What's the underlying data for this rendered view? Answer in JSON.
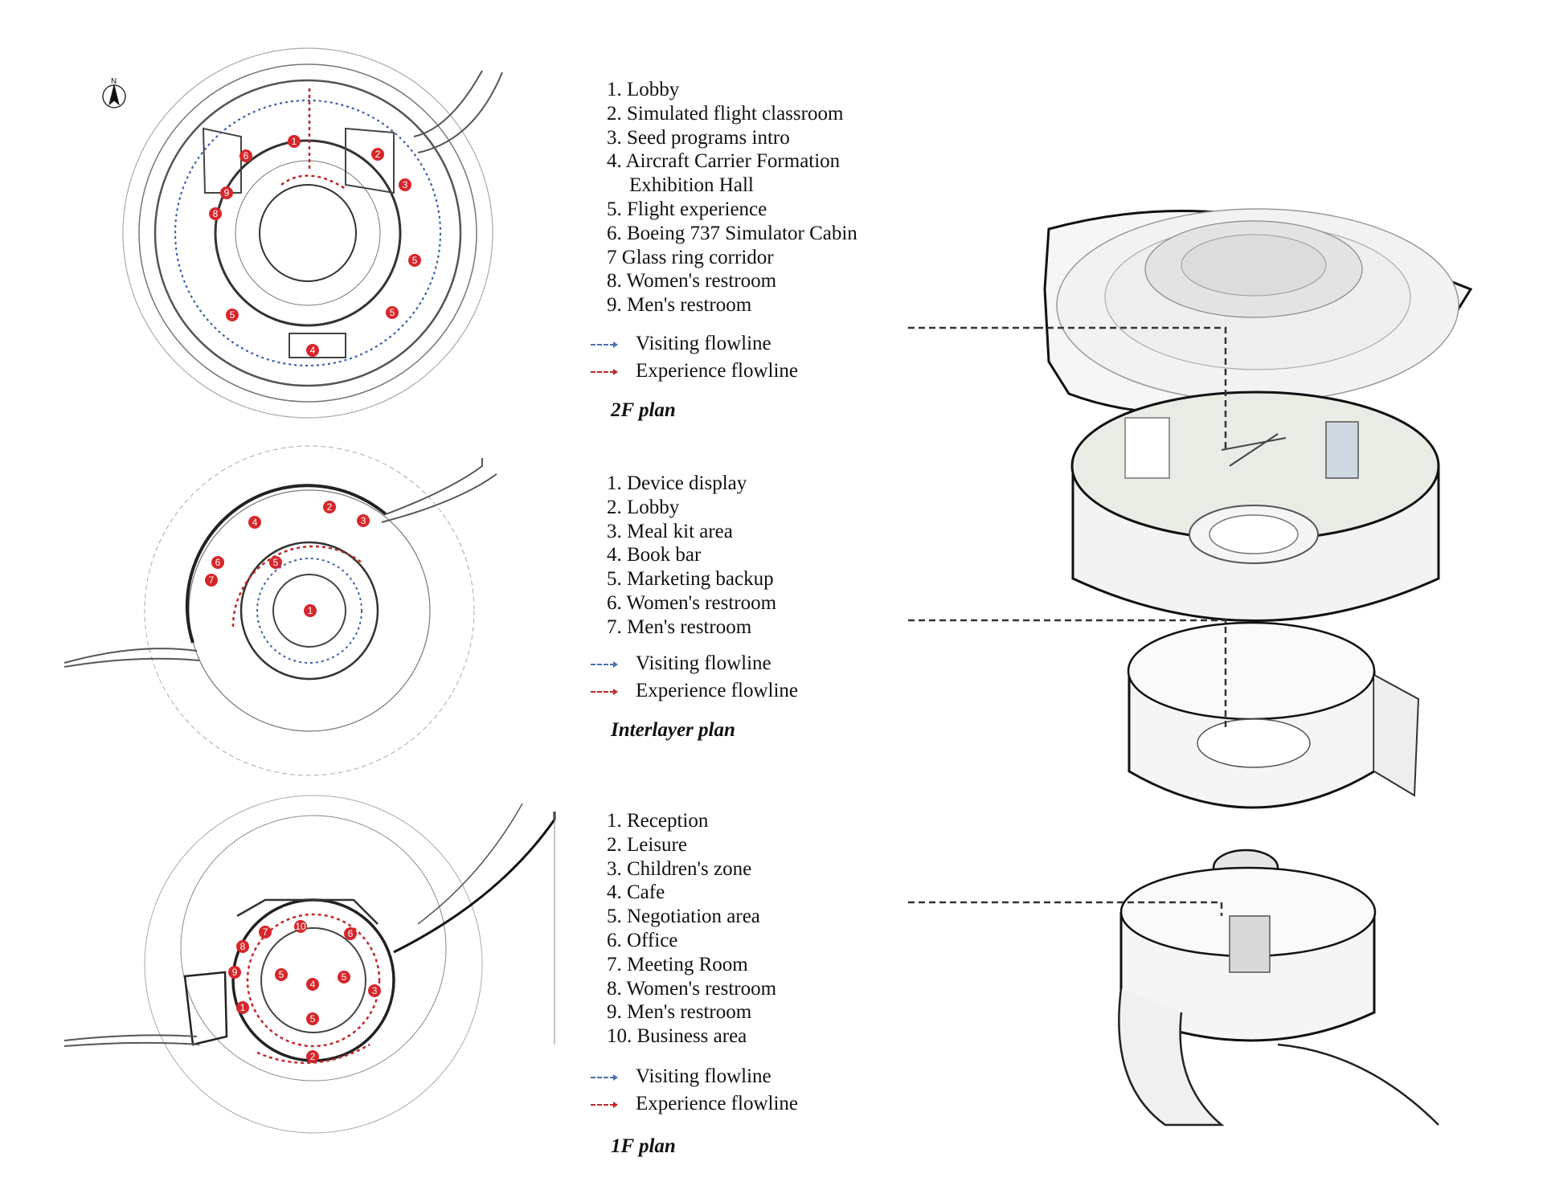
{
  "north_label": "N",
  "plans": [
    {
      "id": "2f",
      "title": "2F plan",
      "items": [
        "1. Lobby",
        "2. Simulated flight classroom",
        "3. Seed programs intro",
        "4. Aircraft Carrier Formation",
        "Exhibition Hall",
        "5. Flight experience",
        "6. Boeing 737 Simulator Cabin",
        "7 Glass ring corridor",
        "8. Women's restroom",
        "9. Men's restroom"
      ],
      "visiting": "Visiting flowline",
      "experience": "Experience flowline"
    },
    {
      "id": "interlayer",
      "title": "Interlayer plan",
      "items": [
        "1. Device display",
        "2. Lobby",
        "3. Meal kit area",
        "4. Book bar",
        "5. Marketing backup",
        "6. Women's restroom",
        "7. Men's restroom"
      ],
      "visiting": "Visiting flowline",
      "experience": "Experience flowline"
    },
    {
      "id": "1f",
      "title": "1F plan",
      "items": [
        "1. Reception",
        "2. Leisure",
        "3. Children's zone",
        "4. Cafe",
        "5. Negotiation area",
        "6. Office",
        "7. Meeting Room",
        "8. Women's restroom",
        "9. Men's restroom",
        "10. Business area"
      ],
      "visiting": "Visiting flowline",
      "experience": "Experience flowline"
    }
  ],
  "markers": {
    "2f": [
      "1",
      "2",
      "3",
      "6",
      "9",
      "8",
      "5",
      "5",
      "5",
      "4"
    ],
    "interlayer": [
      "4",
      "2",
      "3",
      "5",
      "6",
      "7",
      "1"
    ],
    "1f": [
      "7",
      "10",
      "6",
      "8",
      "9",
      "5",
      "4",
      "5",
      "3",
      "1",
      "5",
      "2"
    ]
  }
}
